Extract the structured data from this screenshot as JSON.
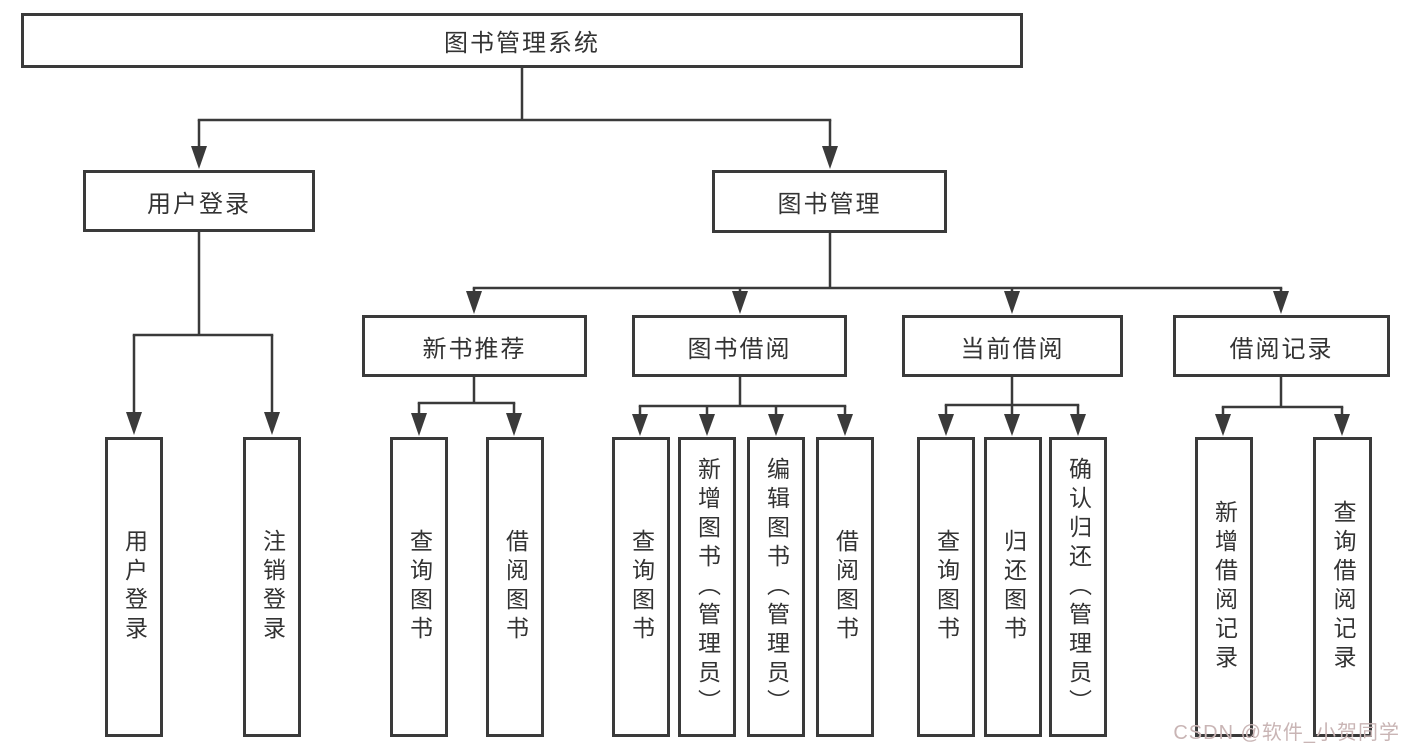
{
  "diagram": {
    "tree": {
      "label": "图书管理系统",
      "children": [
        {
          "label": "用户登录",
          "children": [
            {
              "label": "用户登录"
            },
            {
              "label": "注销登录"
            }
          ]
        },
        {
          "label": "图书管理",
          "children": [
            {
              "label": "新书推荐",
              "children": [
                {
                  "label": "查询图书"
                },
                {
                  "label": "借阅图书"
                }
              ]
            },
            {
              "label": "图书借阅",
              "children": [
                {
                  "label": "查询图书"
                },
                {
                  "label": "新增图书（管理员）"
                },
                {
                  "label": "编辑图书（管理员）"
                },
                {
                  "label": "借阅图书"
                }
              ]
            },
            {
              "label": "当前借阅",
              "children": [
                {
                  "label": "查询图书"
                },
                {
                  "label": "归还图书"
                },
                {
                  "label": "确认归还（管理员）"
                }
              ]
            },
            {
              "label": "借阅记录",
              "children": [
                {
                  "label": "新增借阅记录"
                },
                {
                  "label": "查询借阅记录"
                }
              ]
            }
          ]
        }
      ]
    }
  },
  "watermark": {
    "text": "CSDN @软件_小贺同学"
  },
  "colors": {
    "line": "#3a3a3a",
    "text": "#333333",
    "background": "#ffffff",
    "watermark": "#c9b5b5"
  }
}
